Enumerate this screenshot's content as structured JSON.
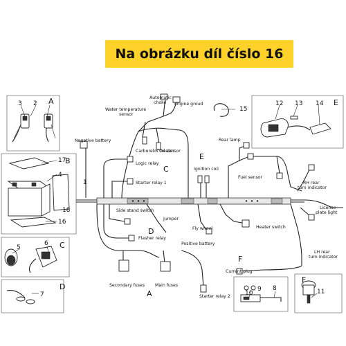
{
  "banner": {
    "text": "Na obrázku díl číslo 16"
  },
  "labels": {
    "automatic_choke": "Automatic\nchoke",
    "engine_ground": "Engine groud",
    "water_temp_sensor": "Water temperature\nsensor",
    "negative_battery": "Negative battery",
    "carburetor_heater": "Carburetor heater",
    "oil_sensor": "Oil sensor",
    "logic_relay": "Logic relay",
    "starter_relay_1": "Starter relay 1",
    "ignition_coil": "Ignition coil",
    "rear_lamp": "Rear lamp",
    "fuel_sensor": "Fuel sensor",
    "rh_rear_turn": "RH rear\nturn indicator",
    "side_stand_switch": "Side stand switch",
    "jumper": "Jumper",
    "fly_wheel": "Fly wheel",
    "heater_switch": "Heater switch",
    "license_plate_light": "License\nplate light",
    "flasher_relay": "Flasher relay",
    "positive_battery": "Positive battery",
    "lh_rear_turn": "LH rear\nturn indicator",
    "current_plug": "Current plug",
    "secondary_fuses": "Secondary fuses",
    "main_fuses": "Main fuses",
    "starter_relay_2": "Starter relay 2"
  },
  "letters": {
    "A_top": "A",
    "B": "B",
    "C_left": "C",
    "D_left": "D",
    "C_center": "C",
    "E_center": "E",
    "D_center": "D",
    "A_bottom": "A",
    "F": "F",
    "E_right": "E",
    "F_right": "F"
  },
  "numbers": {
    "n1": "1",
    "n2": "2",
    "n3": "3",
    "n4": "4",
    "n5": "5",
    "n6": "6",
    "n7": "7",
    "n8": "8",
    "n9": "9",
    "n10": "10",
    "n11": "11",
    "n12": "12",
    "n13": "13",
    "n14": "14",
    "n15": "15",
    "n16": "16",
    "n17": "17",
    "n18": "18"
  }
}
